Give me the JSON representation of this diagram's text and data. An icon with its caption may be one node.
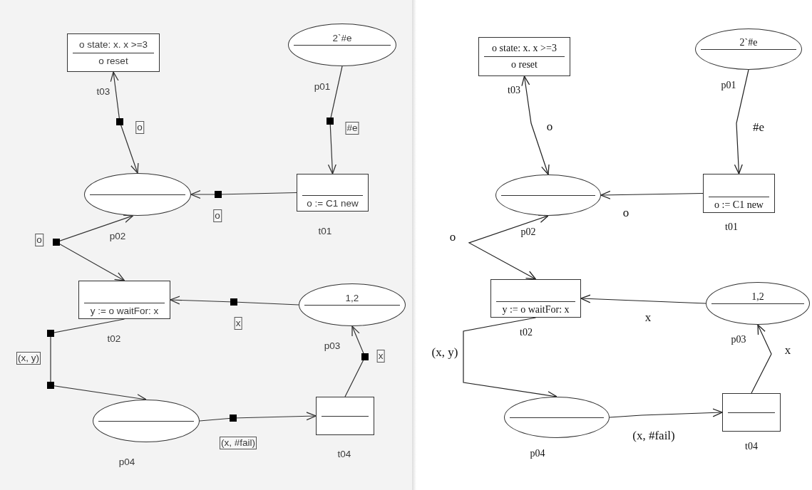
{
  "diagram": {
    "nodes": [
      {
        "text": [
          "o state: x. x >=3",
          "o reset"
        ],
        "beside": [
          "t03"
        ]
      },
      {
        "text": [
          "2`#e"
        ],
        "beside": [
          "p01"
        ]
      },
      {
        "text": [],
        "shape": "ellipse",
        "beside": [
          "p02"
        ]
      },
      {
        "text": [
          "o := C1 new"
        ],
        "beside": [
          "t01"
        ]
      },
      {
        "text": [
          "y := o waitFor: x"
        ],
        "beside": [
          "t02"
        ]
      },
      {
        "text": [
          "1,2"
        ],
        "beside": [
          "p03"
        ]
      },
      {
        "text": [],
        "shape": "ellipse",
        "beside": [
          "p04"
        ]
      },
      {
        "text": [],
        "shape": "box",
        "beside": [
          "t04"
        ]
      },
      {
        "text": [
          "o state: x. x >=3",
          "o reset"
        ],
        "beside": [
          "t03"
        ]
      },
      {
        "text": [
          "2`#e"
        ],
        "beside": [
          "p01"
        ]
      },
      {
        "text": [],
        "shape": "ellipse",
        "beside": [
          "p02"
        ]
      },
      {
        "text": [
          "o := C1 new"
        ],
        "beside": [
          "t01"
        ]
      },
      {
        "text": [
          "y := o waitFor: x"
        ],
        "beside": [
          "t02"
        ]
      },
      {
        "text": [
          "1,2"
        ],
        "beside": [
          "p03"
        ]
      },
      {
        "text": [],
        "shape": "ellipse",
        "beside": [
          "p04"
        ]
      },
      {
        "text": [],
        "shape": "box",
        "beside": [
          "t04"
        ]
      }
    ],
    "edges": [
      {
        "from": 0,
        "to": 2,
        "arrow": "both",
        "label": "o"
      },
      {
        "from": 1,
        "to": 3,
        "arrow": "to",
        "label": "#e"
      },
      {
        "from": 3,
        "to": 2,
        "arrow": "to",
        "label": "o"
      },
      {
        "from": 2,
        "to": 4,
        "arrow": "both",
        "label": "o"
      },
      {
        "from": 5,
        "to": 4,
        "arrow": "to",
        "label": "x"
      },
      {
        "from": 4,
        "to": 6,
        "arrow": "to",
        "label": "(x, y)"
      },
      {
        "from": 6,
        "to": 7,
        "arrow": "to",
        "label": "(x, #fail)"
      },
      {
        "from": 7,
        "to": 5,
        "arrow": "to",
        "label": "x"
      },
      {
        "from": 8,
        "to": 10,
        "arrow": "both",
        "label": "o"
      },
      {
        "from": 9,
        "to": 11,
        "arrow": "to",
        "label": "#e"
      },
      {
        "from": 11,
        "to": 10,
        "arrow": "to",
        "label": "o"
      },
      {
        "from": 10,
        "to": 12,
        "arrow": "both",
        "label": "o"
      },
      {
        "from": 13,
        "to": 12,
        "arrow": "to",
        "label": "x"
      },
      {
        "from": 12,
        "to": 14,
        "arrow": "to",
        "label": "(x, y)"
      },
      {
        "from": 14,
        "to": 15,
        "arrow": "to",
        "label": "(x, #fail)"
      },
      {
        "from": 15,
        "to": 13,
        "arrow": "to",
        "label": "x"
      }
    ]
  }
}
